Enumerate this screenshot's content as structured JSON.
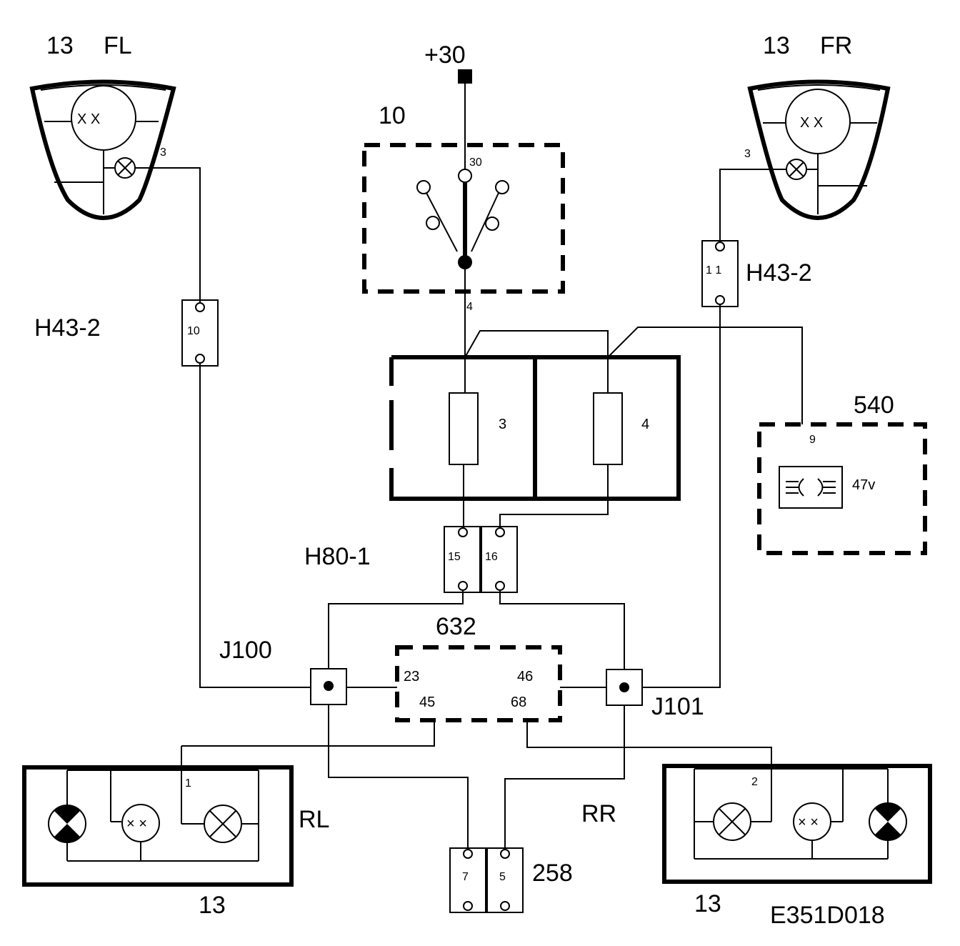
{
  "labels": {
    "fl_num": "13",
    "fl_side": "FL",
    "fr_num": "13",
    "fr_side": "FR",
    "power": "+30",
    "switch_num": "10",
    "switch_pin_in": "30",
    "switch_pin_out": "4",
    "connector_left": "H43-2",
    "connector_right": "H43-2",
    "connector_left_pin": "10",
    "connector_right_pin": "1 1",
    "fl_pin": "3",
    "fr_pin": "3",
    "fuse_a": "3",
    "fuse_b": "4",
    "module_540": "540",
    "module_540_pin": "9",
    "module_540_value": "47v",
    "h80": "H80-1",
    "h80_pin_a": "15",
    "h80_pin_b": "16",
    "module_632": "632",
    "pin_23": "23",
    "pin_45": "45",
    "pin_46": "46",
    "pin_68": "68",
    "j100": "J100",
    "j101": "J101",
    "rl": "RL",
    "rr": "RR",
    "rl_num": "13",
    "rr_num": "13",
    "rl_pin": "1",
    "rr_pin": "2",
    "c258": "258",
    "c258_pin_a": "7",
    "c258_pin_b": "5",
    "lamp_xx": "X X",
    "lamp_small_xx": "× ×",
    "figure_code": "E351D018"
  }
}
